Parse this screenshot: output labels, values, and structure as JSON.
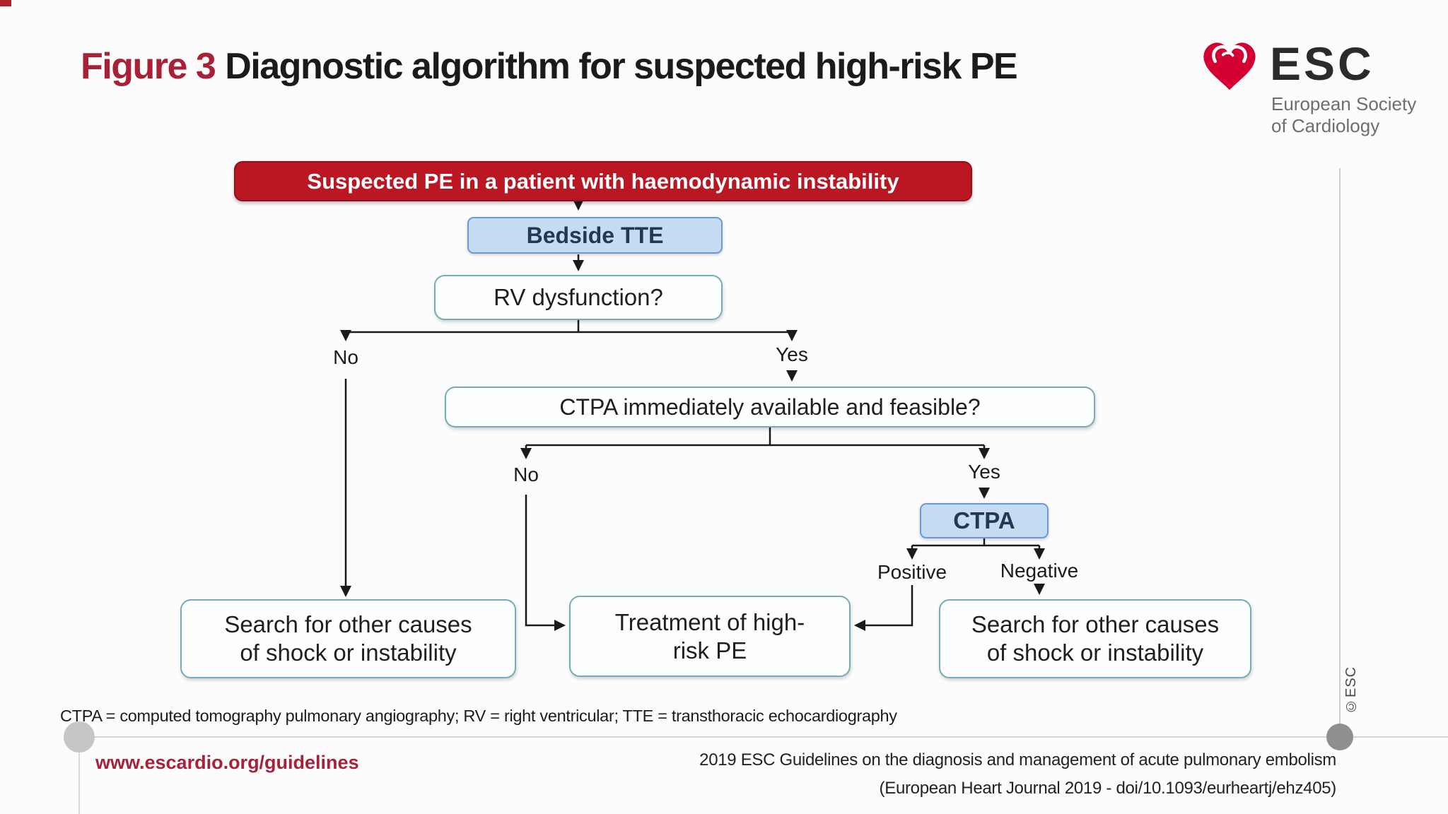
{
  "header": {
    "figure_label": "Figure 3",
    "title": "Diagnostic algorithm for suspected high-risk PE"
  },
  "logo": {
    "abbr": "ESC",
    "tagline1": "European Society",
    "tagline2": "of Cardiology"
  },
  "flowchart": {
    "start": "Suspected PE in a patient with haemodynamic instability",
    "bedside_tte": "Bedside TTE",
    "rv_question": "RV dysfunction?",
    "ctpa_question": "CTPA immediately available and feasible?",
    "ctpa": "CTPA",
    "branch_labels": {
      "rv_no": "No",
      "rv_yes": "Yes",
      "ctpa_no": "No",
      "ctpa_yes": "Yes",
      "positive": "Positive",
      "negative": "Negative"
    },
    "outcome_left": {
      "line1": "Search for other causes",
      "line2": "of shock or instability"
    },
    "outcome_center": {
      "line1": "Treatment of high-",
      "line2": "risk PE"
    },
    "outcome_right": {
      "line1": "Search for other causes",
      "line2": "of shock or instability"
    }
  },
  "footnote": "CTPA = computed tomography pulmonary angiography; RV = right ventricular; TTE = transthoracic echocardiography",
  "footer": {
    "url": "www.escardio.org/guidelines",
    "citation1": "2019 ESC Guidelines on the diagnosis and management of acute pulmonary embolism",
    "citation2": "(European Heart Journal 2019 - doi/10.1093/eurheartj/ehz405)",
    "copyright": "©ESC"
  },
  "colors": {
    "primary_red": "#bb1723",
    "accent_red": "#a92136",
    "blue_fill": "#c5dcf2",
    "blue_border": "#6b9bd2",
    "teal_border": "#79aab8",
    "connector": "#1a1a1a",
    "logo_red": "#d50032"
  }
}
